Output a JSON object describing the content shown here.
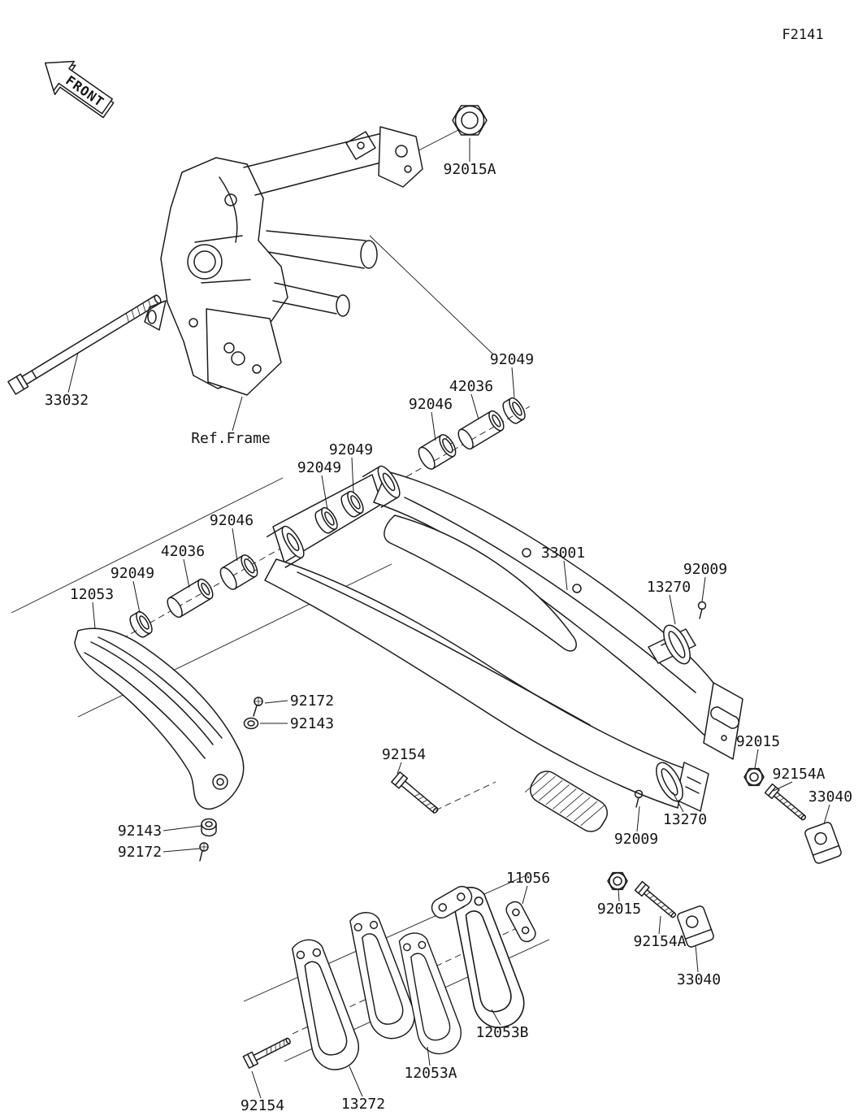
{
  "figure": {
    "code": "F2141",
    "front_marker": "FRONT"
  },
  "colors": {
    "line": "#1c1c1c",
    "background": "#ffffff"
  },
  "labels": [
    {
      "text": "92015A"
    },
    {
      "text": "33032"
    },
    {
      "text": "Ref.Frame"
    },
    {
      "text": "92049"
    },
    {
      "text": "42036"
    },
    {
      "text": "92046"
    },
    {
      "text": "92049"
    },
    {
      "text": "92049"
    },
    {
      "text": "92046"
    },
    {
      "text": "42036"
    },
    {
      "text": "92049"
    },
    {
      "text": "12053"
    },
    {
      "text": "33001"
    },
    {
      "text": "92009"
    },
    {
      "text": "13270"
    },
    {
      "text": "92172"
    },
    {
      "text": "92143"
    },
    {
      "text": "92154"
    },
    {
      "text": "92015"
    },
    {
      "text": "92154A"
    },
    {
      "text": "33040"
    },
    {
      "text": "13270"
    },
    {
      "text": "92009"
    },
    {
      "text": "92143"
    },
    {
      "text": "92172"
    },
    {
      "text": "11056"
    },
    {
      "text": "92015"
    },
    {
      "text": "92154A"
    },
    {
      "text": "33040"
    },
    {
      "text": "12053B"
    },
    {
      "text": "12053A"
    },
    {
      "text": "13272"
    },
    {
      "text": "92154"
    }
  ]
}
